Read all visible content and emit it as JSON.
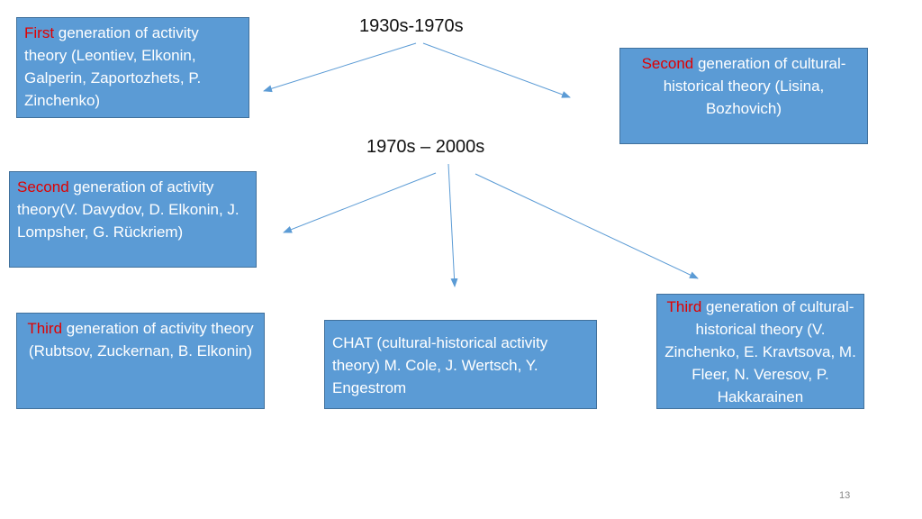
{
  "colors": {
    "box_fill": "#5b9bd5",
    "box_border": "#41719c",
    "box_text": "#ffffff",
    "highlight": "#e00000",
    "arrow": "#5b9bd5"
  },
  "eras": {
    "first": "1930s-1970s",
    "second": "1970s – 2000s"
  },
  "boxes": {
    "first_activity": {
      "highlight": "First",
      "text": " generation of activity theory (Leontiev, Elkonin, Galperin, Zaportozhets, P. Zinchenko)"
    },
    "second_cultural": {
      "highlight": "Second",
      "text": " generation of cultural- historical theory (Lisina, Bozhovich)"
    },
    "second_activity": {
      "highlight": "Second",
      "text": " generation of activity theory(V. Davydov, D. Elkonin, J. Lompsher, G. Rückriem)"
    },
    "third_activity": {
      "highlight": "Third",
      "text": " generation of activity theory (Rubtsov, Zuckernan, B. Elkonin)"
    },
    "chat": {
      "text": "CHAT (cultural-historical activity theory) M. Cole, J. Wertsch, Y. Engestrom"
    },
    "third_cultural": {
      "highlight": "Third",
      "text": " generation of cultural- historical theory (V. Zinchenko, E. Kravtsova, M. Fleer, N. Veresov, P. Hakkarainen"
    }
  },
  "page_number": "13"
}
